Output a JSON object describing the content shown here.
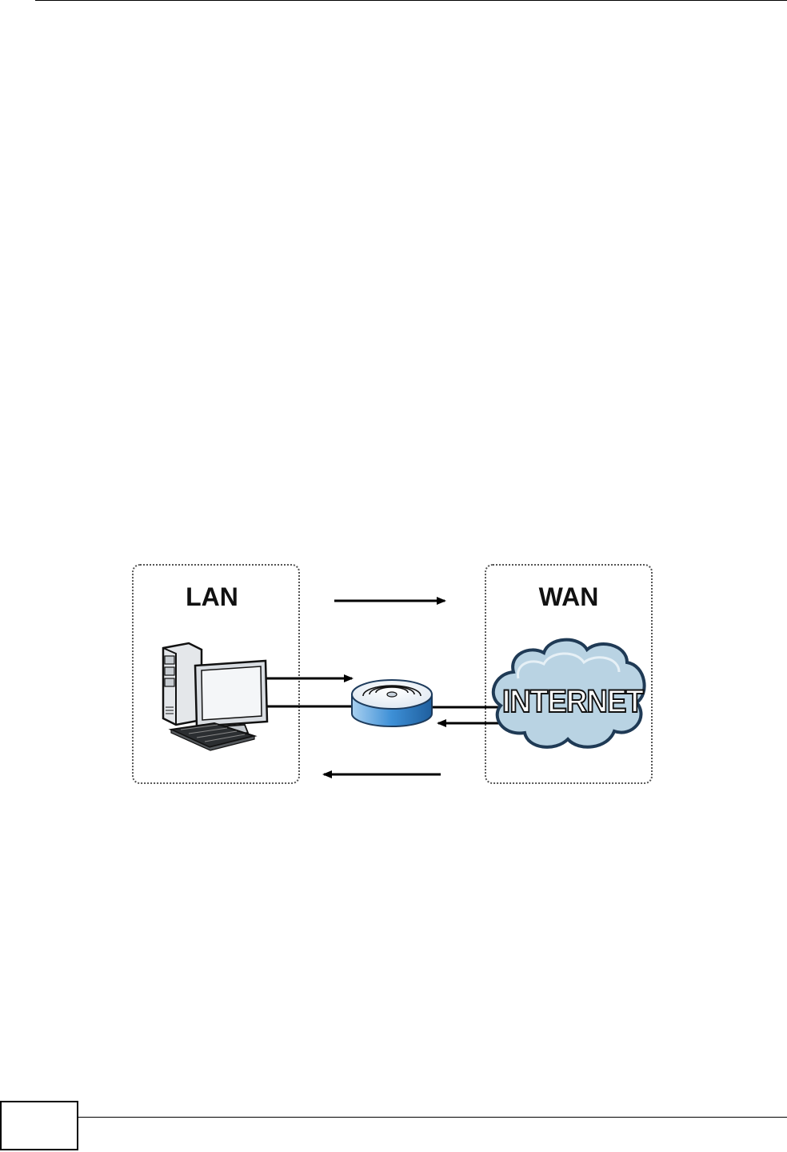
{
  "diagram": {
    "lan_label": "LAN",
    "wan_label": "WAN",
    "cloud_label": "INTERNET"
  },
  "colors": {
    "router_top": "#e8eef6",
    "router_side": "#3d8fd6",
    "cloud_fill": "#b9d3e3",
    "cloud_outline": "#4f6f8c",
    "monitor_body": "#d9dde2",
    "monitor_screen": "#f4f6f8"
  }
}
